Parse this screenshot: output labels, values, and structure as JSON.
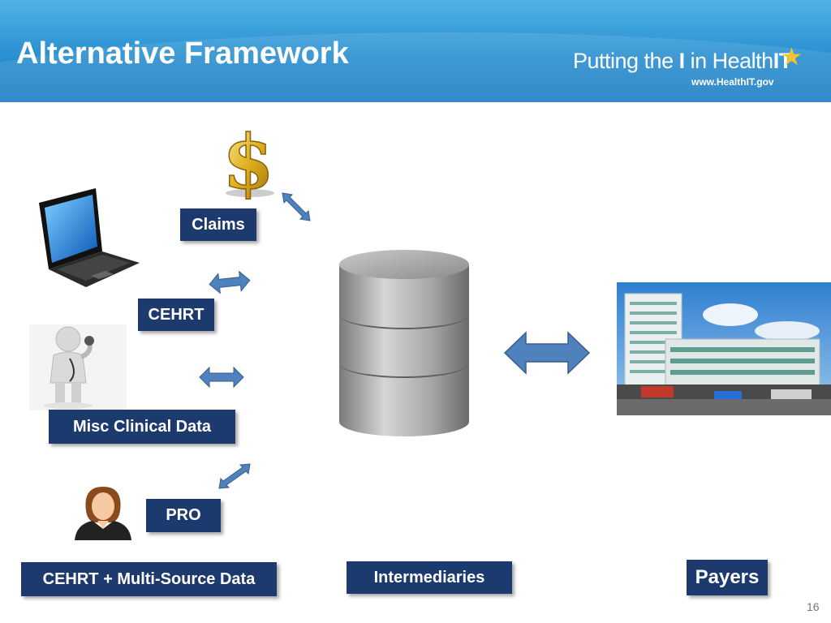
{
  "slide": {
    "title": "Alternative Framework",
    "page_number": "16"
  },
  "brand": {
    "tagline_prefix": "Putting the ",
    "tagline_i": "I",
    "tagline_mid": " in Health",
    "tagline_it": "IT",
    "url": "www.HealthIT.gov"
  },
  "sources": {
    "claims": "Claims",
    "cehrt": "CEHRT",
    "misc_clinical": "Misc Clinical Data",
    "pro": "PRO",
    "group_label": "CEHRT + Multi-Source Data"
  },
  "intermediaries": {
    "label": "Intermediaries"
  },
  "payers": {
    "label": "Payers"
  },
  "colors": {
    "label_fill": "#1c3a6e",
    "arrow_fill": "#4f81bd",
    "header_blue": "#2a8fd0"
  },
  "icons": [
    "dollar-sign-icon",
    "laptop-icon",
    "doctor-figure-icon",
    "woman-user-icon",
    "database-icon",
    "hospital-building-photo"
  ]
}
